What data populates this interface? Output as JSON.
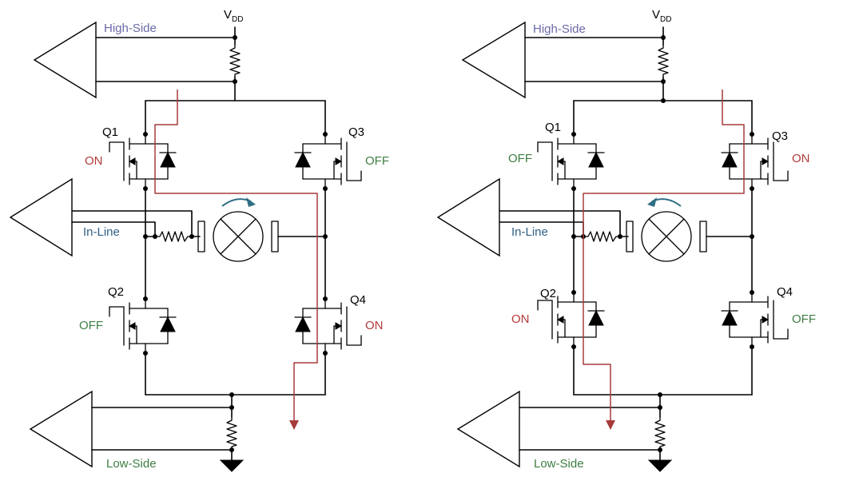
{
  "colors": {
    "current_path": "#a63b3b",
    "on_state": "#b33a3a",
    "off_state": "#3e7d43",
    "high_side_label": "#6a6aa8",
    "inline_label": "#2f5f85",
    "low_side_label": "#3e7d43",
    "rotation_arrow": "#2f6e83"
  },
  "circuits": [
    {
      "name": "left-h-bridge",
      "vdd": {
        "main": "V",
        "sub": "DD"
      },
      "amplifiers": {
        "high_side": "High-Side",
        "in_line": "In-Line",
        "low_side": "Low-Side"
      },
      "rotation": "clockwise",
      "transistors": [
        {
          "id": "Q1",
          "state": "ON"
        },
        {
          "id": "Q2",
          "state": "OFF"
        },
        {
          "id": "Q3",
          "state": "OFF"
        },
        {
          "id": "Q4",
          "state": "ON"
        }
      ]
    },
    {
      "name": "right-h-bridge",
      "vdd": {
        "main": "V",
        "sub": "DD"
      },
      "amplifiers": {
        "high_side": "High-Side",
        "in_line": "In-Line",
        "low_side": "Low-Side"
      },
      "rotation": "counter-clockwise",
      "transistors": [
        {
          "id": "Q1",
          "state": "OFF"
        },
        {
          "id": "Q2",
          "state": "ON"
        },
        {
          "id": "Q3",
          "state": "ON"
        },
        {
          "id": "Q4",
          "state": "OFF"
        }
      ]
    }
  ]
}
